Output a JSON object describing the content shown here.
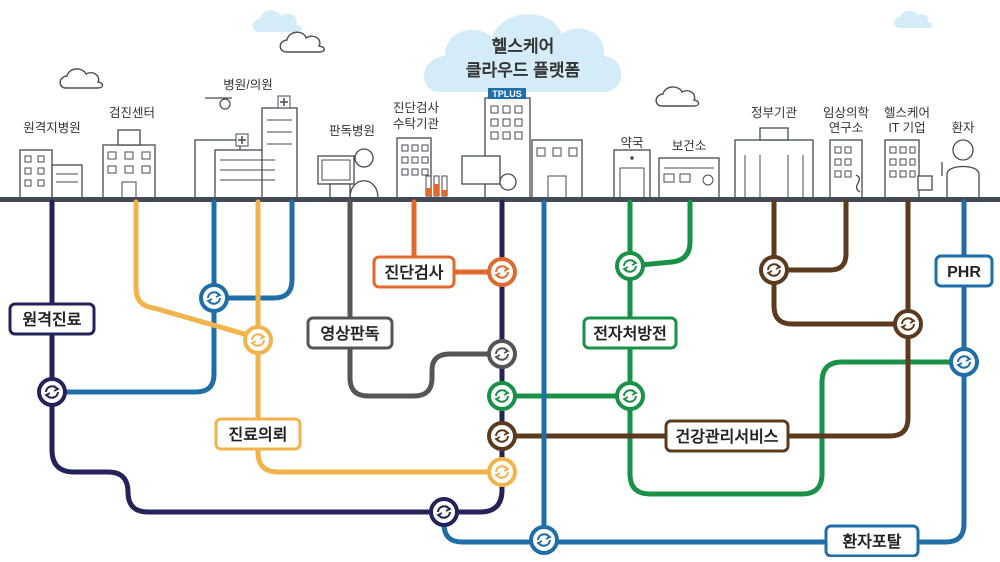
{
  "platform": {
    "line1": "헬스케어",
    "line2": "클라우드 플랫폼",
    "logo": "TPLUS"
  },
  "buildings": {
    "remote_hospital": "원격지병원",
    "checkup_center": "검진센터",
    "hospital_clinic": "병원/의원",
    "reading_hospital": "판독병원",
    "lab_line1": "진단검사",
    "lab_line2": "수탁기관",
    "pharmacy": "약국",
    "health_center": "보건소",
    "government": "정부기관",
    "clinical_line1": "임상의학",
    "clinical_line2": "연구소",
    "it_line1": "헬스케어",
    "it_line2": "IT 기업",
    "patient": "환자"
  },
  "services": {
    "remote_care": "원격진료",
    "referral": "진료의뢰",
    "diagnostic_test": "진단검사",
    "image_reading": "영상판독",
    "e_prescription": "전자처방전",
    "health_mgmt": "건강관리서비스",
    "phr": "PHR",
    "patient_portal": "환자포탈"
  },
  "colors": {
    "navy": "#23235a",
    "yellow": "#f2b34a",
    "blue": "#1f6ea8",
    "gray": "#555555",
    "orange": "#e06a2e",
    "green": "#1b9148",
    "brown": "#5c3a1e",
    "ground": "#444a55",
    "cloud": "#d3ecf8"
  }
}
